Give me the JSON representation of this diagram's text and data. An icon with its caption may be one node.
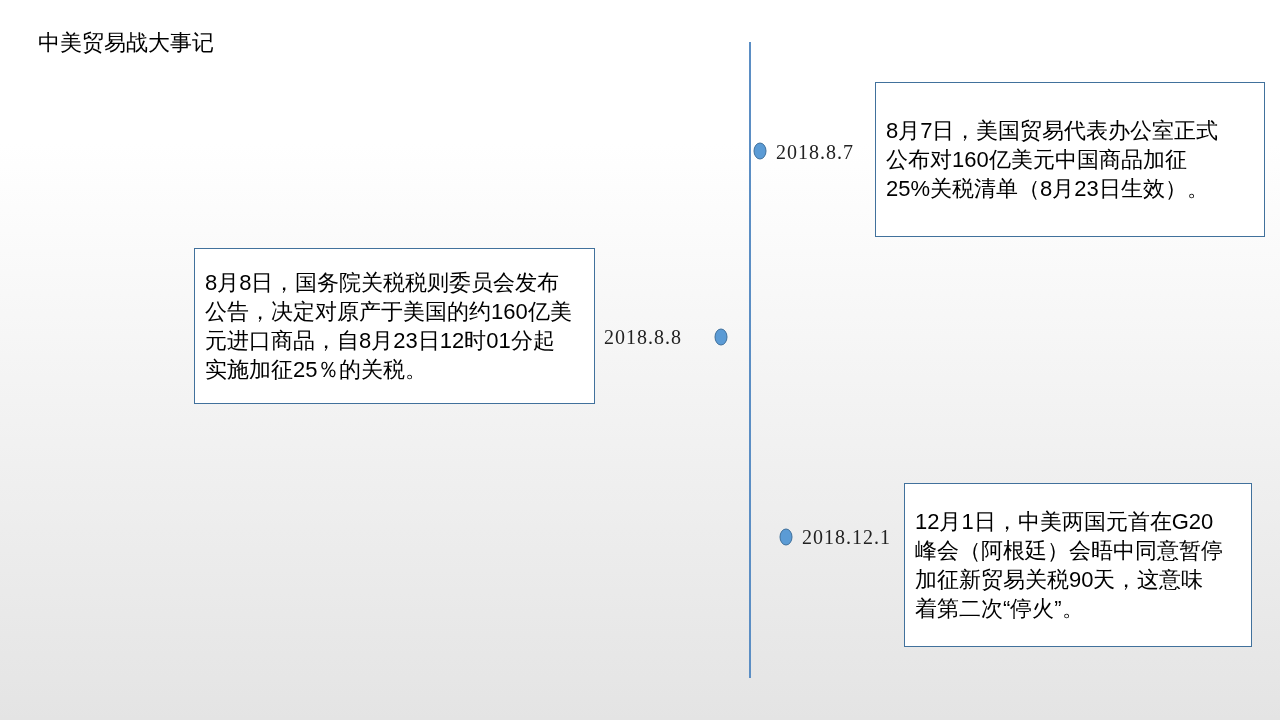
{
  "diagram": {
    "title": "中美贸易战大事记",
    "nodes": [
      {
        "text": [
          "8月7日，美国贸易代表办公室正式公布对160亿美元中国商品加征25%关税清单（8月23日生效）。"
        ],
        "beside": [
          "2018.8.7"
        ]
      },
      {
        "text": [
          "8月8日，国务院关税税则委员会发布公告，决定对原产于美国的约160亿美元进口商品，自8月23日12时01分起实施加征25％的关税。"
        ],
        "beside": [
          "2018.8.8"
        ]
      },
      {
        "text": [
          "12月1日，中美两国元首在G20峰会（阿根廷）会晤中同意暂停加征新贸易关税90天，这意味着第二次“停火”。"
        ],
        "beside": [
          "2018.12.1"
        ]
      }
    ]
  }
}
